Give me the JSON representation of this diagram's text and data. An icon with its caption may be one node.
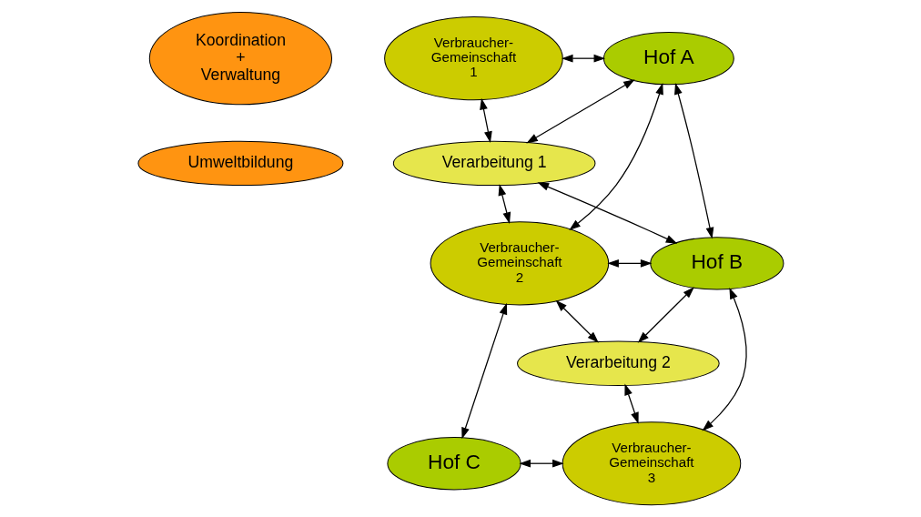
{
  "diagram": {
    "nodes": [
      {
        "text": [
          "Koordination + Verwaltung"
        ]
      },
      {
        "text": [
          "Umweltbildung"
        ]
      },
      {
        "text": [
          "Verbraucher- Gemeinschaft 1"
        ]
      },
      {
        "text": [
          "Hof A"
        ]
      },
      {
        "text": [
          "Verarbeitung 1"
        ]
      },
      {
        "text": [
          "Verbraucher- Gemeinschaft 2"
        ]
      },
      {
        "text": [
          "Hof B"
        ]
      },
      {
        "text": [
          "Verarbeitung 2"
        ]
      },
      {
        "text": [
          "Hof C"
        ]
      },
      {
        "text": [
          "Verbraucher- Gemeinschaft 3"
        ]
      }
    ],
    "edges": [
      {
        "from": 2,
        "to": 3,
        "arrow": "both"
      },
      {
        "from": 2,
        "to": 4,
        "arrow": "both"
      },
      {
        "from": 4,
        "to": 3,
        "arrow": "both"
      },
      {
        "from": 5,
        "to": 3,
        "arrow": "both"
      },
      {
        "from": 3,
        "to": 6,
        "arrow": "both"
      },
      {
        "from": 4,
        "to": 5,
        "arrow": "both"
      },
      {
        "from": 4,
        "to": 6,
        "arrow": "both"
      },
      {
        "from": 5,
        "to": 6,
        "arrow": "both"
      },
      {
        "from": 6,
        "to": 7,
        "arrow": "both"
      },
      {
        "from": 5,
        "to": 7,
        "arrow": "both"
      },
      {
        "from": 5,
        "to": 8,
        "arrow": "both"
      },
      {
        "from": 7,
        "to": 9,
        "arrow": "both"
      },
      {
        "from": 9,
        "to": 6,
        "arrow": "both"
      },
      {
        "from": 8,
        "to": 9,
        "arrow": "both"
      }
    ]
  }
}
